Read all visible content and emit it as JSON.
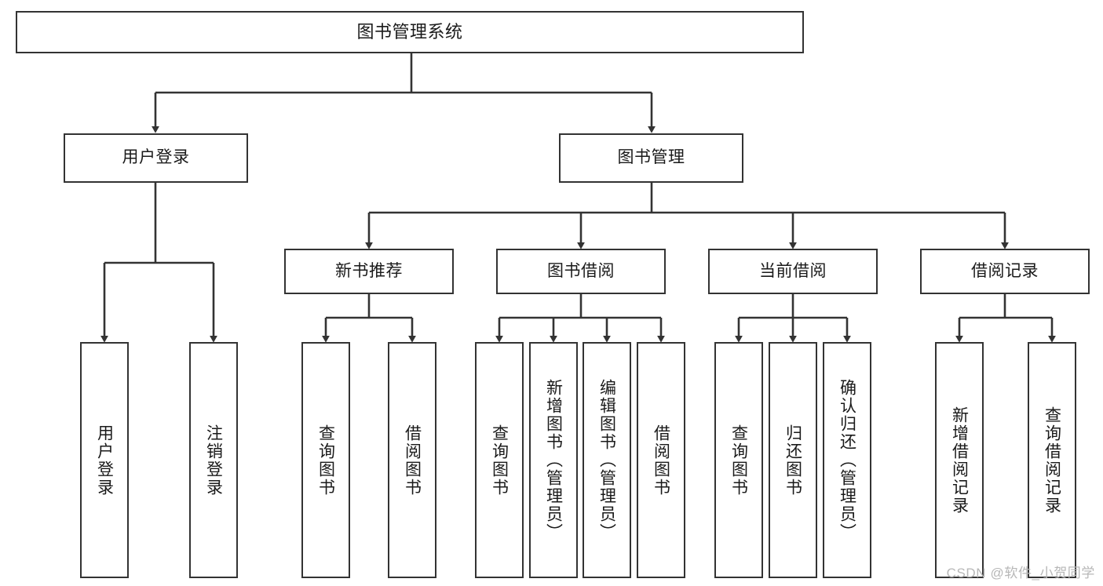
{
  "diagram": {
    "title": "图书管理系统",
    "type": "hierarchy-tree",
    "orientation": "top-down",
    "levels": 4,
    "nodes": {
      "root": {
        "label": "图书管理系统",
        "level": 1
      },
      "level2": [
        {
          "id": "user-login",
          "label": "用户登录",
          "level": 2
        },
        {
          "id": "book-manage",
          "label": "图书管理",
          "level": 2
        }
      ],
      "level3": [
        {
          "id": "new-book-recommend",
          "label": "新书推荐",
          "level": 3,
          "parent": "book-manage"
        },
        {
          "id": "book-borrow",
          "label": "图书借阅",
          "level": 3,
          "parent": "book-manage"
        },
        {
          "id": "current-borrow",
          "label": "当前借阅",
          "level": 3,
          "parent": "book-manage"
        },
        {
          "id": "borrow-record",
          "label": "借阅记录",
          "level": 3,
          "parent": "book-manage"
        }
      ],
      "leaves": {
        "user_login": [
          {
            "id": "leaf-user-login",
            "label": "用户登录"
          },
          {
            "id": "leaf-logout-login",
            "label": "注销登录"
          }
        ],
        "new_book_recommend": [
          {
            "id": "leaf-query-book-1",
            "label": "查询图书"
          },
          {
            "id": "leaf-borrow-book-1",
            "label": "借阅图书"
          }
        ],
        "book_borrow": [
          {
            "id": "leaf-query-book-2",
            "label": "查询图书"
          },
          {
            "id": "leaf-add-book",
            "label": "新增图书（管理员）"
          },
          {
            "id": "leaf-edit-book",
            "label": "编辑图书（管理员）"
          },
          {
            "id": "leaf-borrow-book-2",
            "label": "借阅图书"
          }
        ],
        "current_borrow": [
          {
            "id": "leaf-query-book-3",
            "label": "查询图书"
          },
          {
            "id": "leaf-return-book",
            "label": "归还图书"
          },
          {
            "id": "leaf-confirm-return",
            "label": "确认归还（管理员）"
          }
        ],
        "borrow_record": [
          {
            "id": "leaf-add-record",
            "label": "新增借阅记录"
          },
          {
            "id": "leaf-query-record",
            "label": "查询借阅记录"
          }
        ]
      }
    },
    "colors": {
      "box_border": "#333333",
      "box_fill": "#ffffff",
      "edge": "#333333",
      "text": "#1a1a1a",
      "watermark": "#b7b7b7",
      "background": "#ffffff"
    }
  },
  "watermark": {
    "text": "CSDN @软件_小贺同学"
  }
}
